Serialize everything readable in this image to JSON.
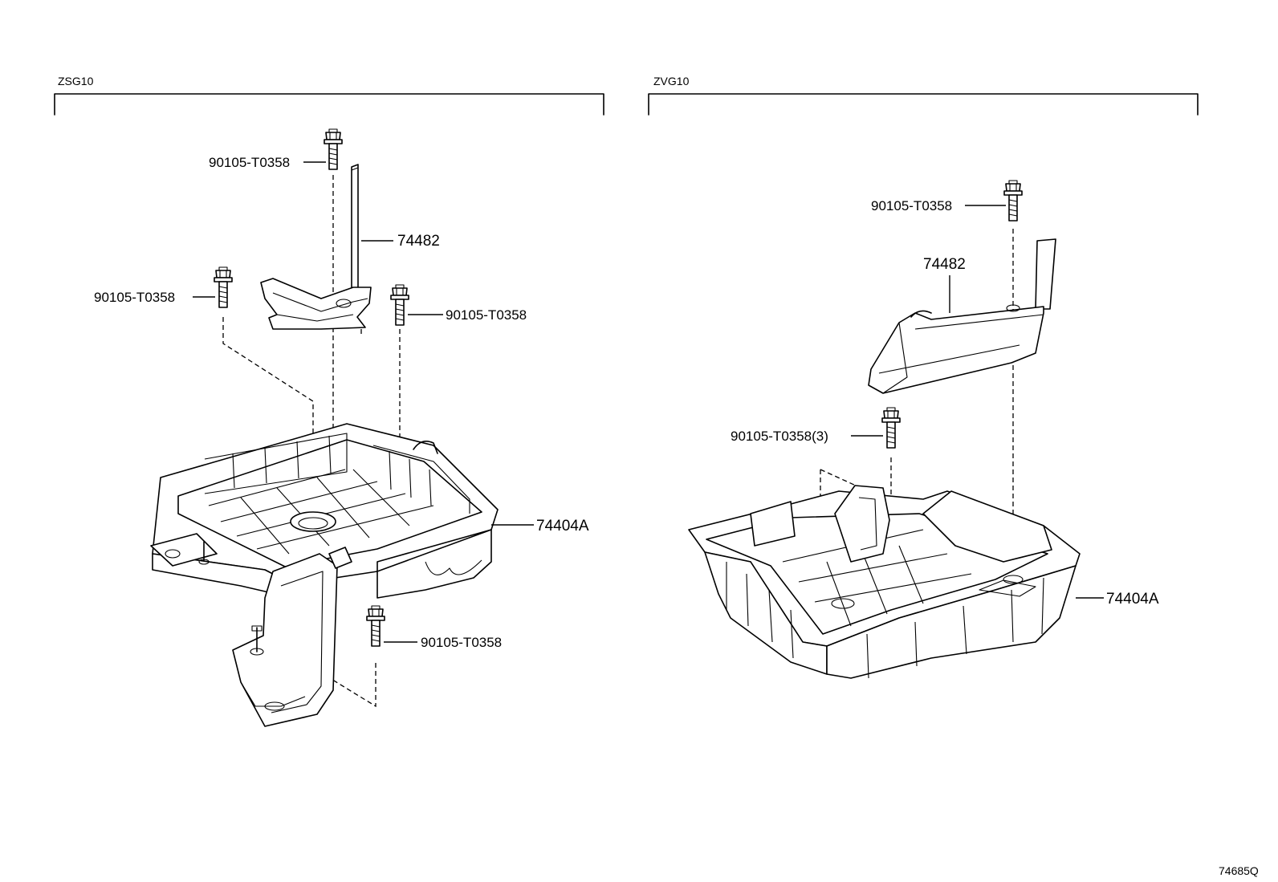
{
  "sections": {
    "left": {
      "title": "ZSG10"
    },
    "right": {
      "title": "ZVG10"
    }
  },
  "callouts": {
    "left_bolt_top": "90105-T0358",
    "left_clamp": "74482",
    "left_bolt_mid_left": "90105-T0358",
    "left_bolt_mid_right": "90105-T0358",
    "left_tray": "74404A",
    "left_bolt_bottom": "90105-T0358",
    "right_bolt_top": "90105-T0358",
    "right_clamp": "74482",
    "right_bolt_mid": "90105-T0358(3)",
    "right_tray": "74404A"
  },
  "figure_code": "74685Q"
}
